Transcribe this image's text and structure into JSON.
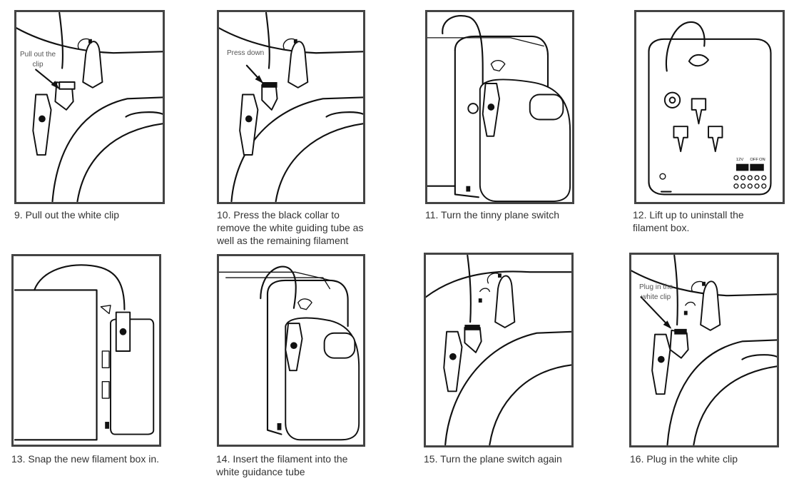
{
  "steps": [
    {
      "caption": "9. Pull out the white clip",
      "callout": [
        "Pull out the",
        "clip"
      ]
    },
    {
      "caption": [
        "10. Press the black collar to",
        "remove the white guiding tube as",
        "well as the remaining filament"
      ],
      "callout": [
        "Press down"
      ]
    },
    {
      "caption": "11. Turn the tinny plane switch"
    },
    {
      "caption": [
        "12. Lift up to uninstall the",
        "filament box."
      ],
      "switch_labels": [
        "12V",
        "OFF",
        "ON"
      ]
    },
    {
      "caption": "13. Snap the new filament box in."
    },
    {
      "caption": [
        "14. Insert the filament into the",
        "white guidance tube"
      ]
    },
    {
      "caption": "15. Turn the plane switch again"
    },
    {
      "caption": "16. Plug in the white clip",
      "callout": [
        "Plug in the",
        "white clip"
      ]
    }
  ]
}
